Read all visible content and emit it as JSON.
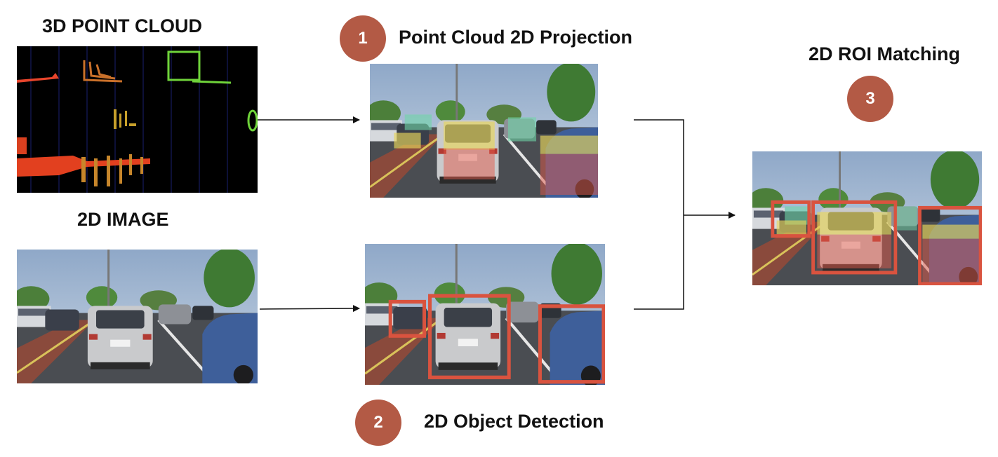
{
  "inputs": {
    "point_cloud_title": "3D POINT CLOUD",
    "image_title": "2D IMAGE"
  },
  "steps": [
    {
      "number": "1",
      "label": "Point Cloud 2D Projection"
    },
    {
      "number": "2",
      "label": "2D Object Detection"
    },
    {
      "number": "3",
      "label": "2D ROI Matching"
    }
  ],
  "colors": {
    "step_circle": "#b35a45",
    "box_red": "#d9533f",
    "overlay_yellow": "#e8d65a",
    "overlay_green": "#6fd6a8",
    "overlay_red": "#e25a4a"
  }
}
